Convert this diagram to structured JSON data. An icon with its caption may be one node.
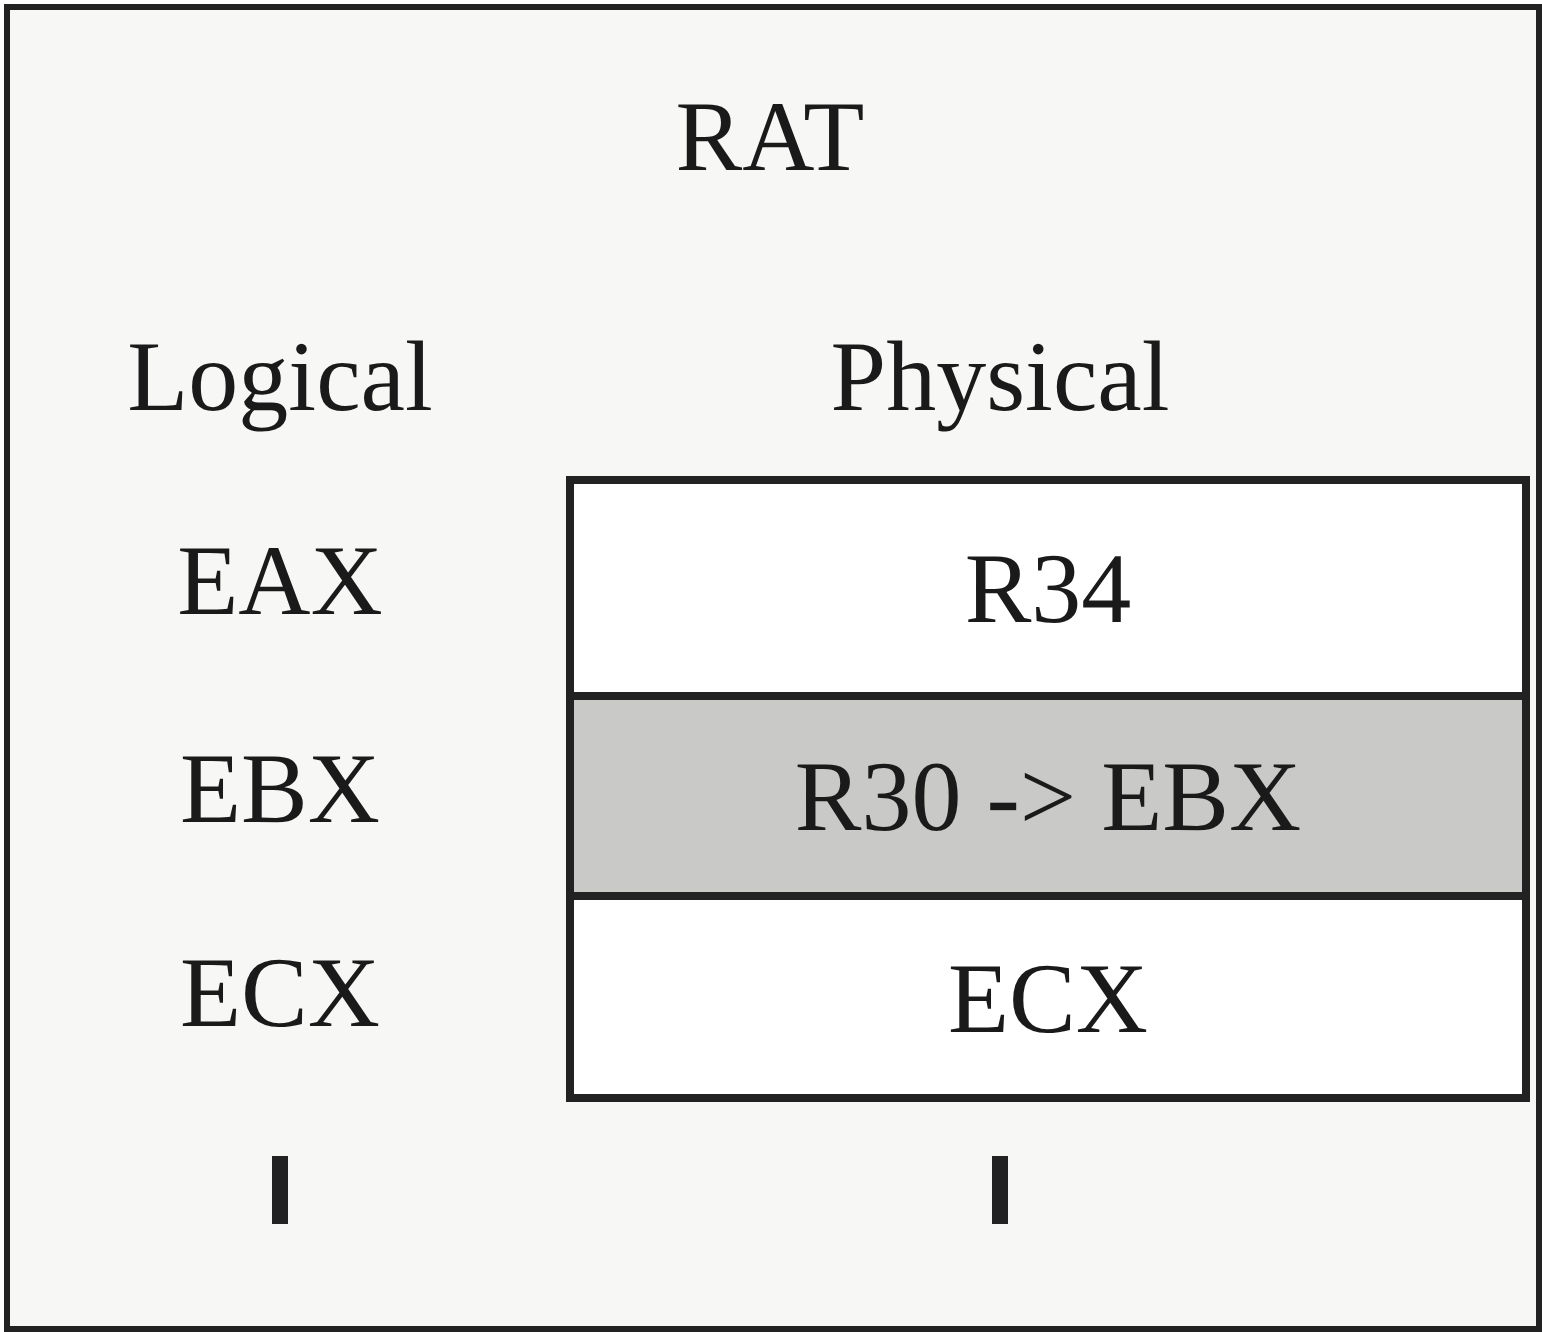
{
  "diagram": {
    "title": "RAT",
    "nodes": [
      {
        "text": [
          "R34"
        ]
      },
      {
        "text": [
          "R30 -> EBX"
        ]
      },
      {
        "text": [
          "ECX"
        ]
      }
    ],
    "labels": [
      "Logical",
      "Physical",
      "EAX",
      "EBX",
      "ECX"
    ]
  }
}
